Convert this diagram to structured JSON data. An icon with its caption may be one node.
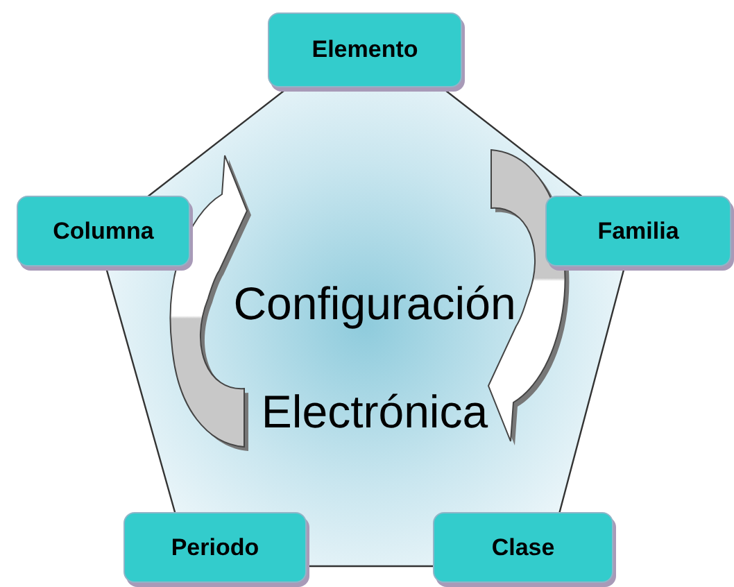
{
  "diagram": {
    "nodes": [
      {
        "text": [
          "Configuración Electrónica"
        ]
      },
      {
        "text": [
          "Elemento"
        ]
      },
      {
        "text": [
          "Columna"
        ]
      },
      {
        "text": [
          "Familia"
        ]
      },
      {
        "text": [
          "Periodo"
        ]
      },
      {
        "text": [
          "Clase"
        ]
      }
    ],
    "edges": []
  }
}
